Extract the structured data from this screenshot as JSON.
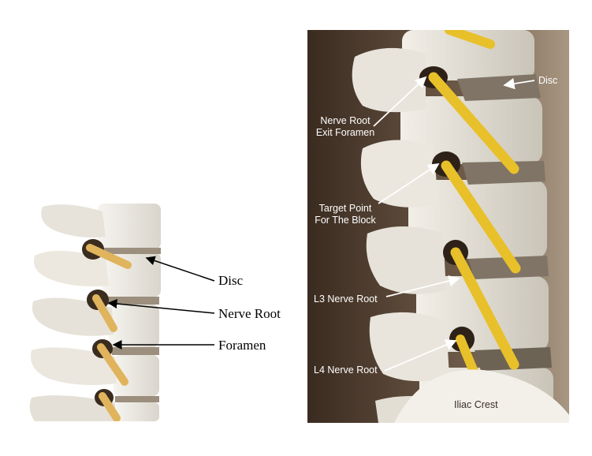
{
  "left_figure": {
    "labels": {
      "disc": "Disc",
      "nerve_root": "Nerve Root",
      "foramen": "Foramen"
    }
  },
  "right_figure": {
    "labels": {
      "disc": "Disc",
      "nerve_root_exit_line1": "Nerve Root",
      "nerve_root_exit_line2": "Exit Foramen",
      "target_line1": "Target Point",
      "target_line2": "For The Block",
      "l3": "L3 Nerve Root",
      "l4": "L4 Nerve Root",
      "iliac": "Iliac Crest"
    }
  },
  "colors": {
    "bone": "#e9e6df",
    "nerve": "#e8c02a",
    "nerve_light": "#e0b85a",
    "disc": "#8a7e70",
    "background_dark": "#3d3026"
  }
}
